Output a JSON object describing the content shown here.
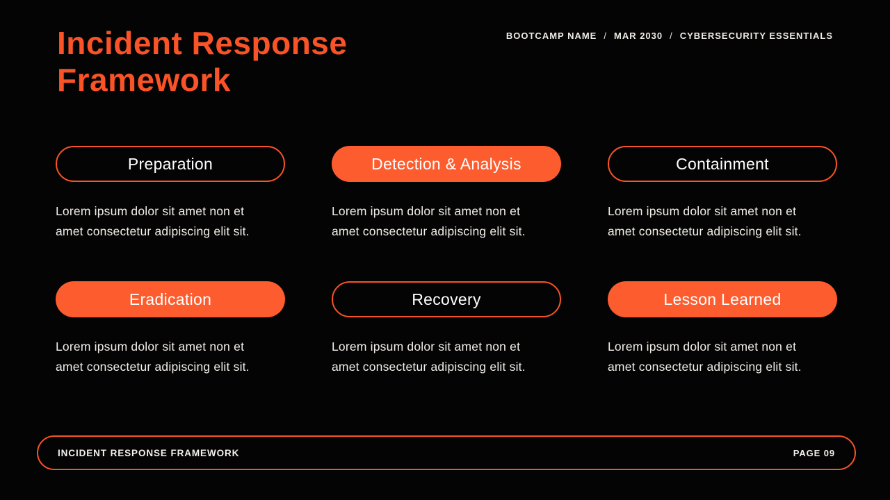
{
  "colors": {
    "background": "#040404",
    "accent": "#F95327",
    "pill_fill": "#FD5C2E",
    "text": "#F2EEE9"
  },
  "header": {
    "title": "Incident Response Framework",
    "meta": {
      "separator": "/",
      "items": [
        "BOOTCAMP NAME",
        "MAR 2030",
        "CYBERSECURITY ESSENTIALS"
      ]
    }
  },
  "cards": [
    {
      "label": "Preparation",
      "variant": "outline",
      "body_line1": "Lorem ipsum dolor sit amet non et",
      "body_line2": "amet consectetur adipiscing elit sit."
    },
    {
      "label": "Detection & Analysis",
      "variant": "filled",
      "body_line1": "Lorem ipsum dolor sit amet non et",
      "body_line2": "amet consectetur adipiscing elit sit."
    },
    {
      "label": "Containment",
      "variant": "outline",
      "body_line1": "Lorem ipsum dolor sit amet non et",
      "body_line2": "amet consectetur adipiscing elit sit."
    },
    {
      "label": "Eradication",
      "variant": "filled",
      "body_line1": "Lorem ipsum dolor sit amet non et",
      "body_line2": "amet consectetur adipiscing elit sit."
    },
    {
      "label": "Recovery",
      "variant": "outline",
      "body_line1": "Lorem ipsum dolor sit amet non et",
      "body_line2": "amet consectetur adipiscing elit sit."
    },
    {
      "label": "Lesson Learned",
      "variant": "filled",
      "body_line1": "Lorem ipsum dolor sit amet non et",
      "body_line2": "amet consectetur adipiscing elit sit."
    }
  ],
  "footer": {
    "left_label": "INCIDENT RESPONSE FRAMEWORK",
    "page_label": "PAGE 09"
  }
}
